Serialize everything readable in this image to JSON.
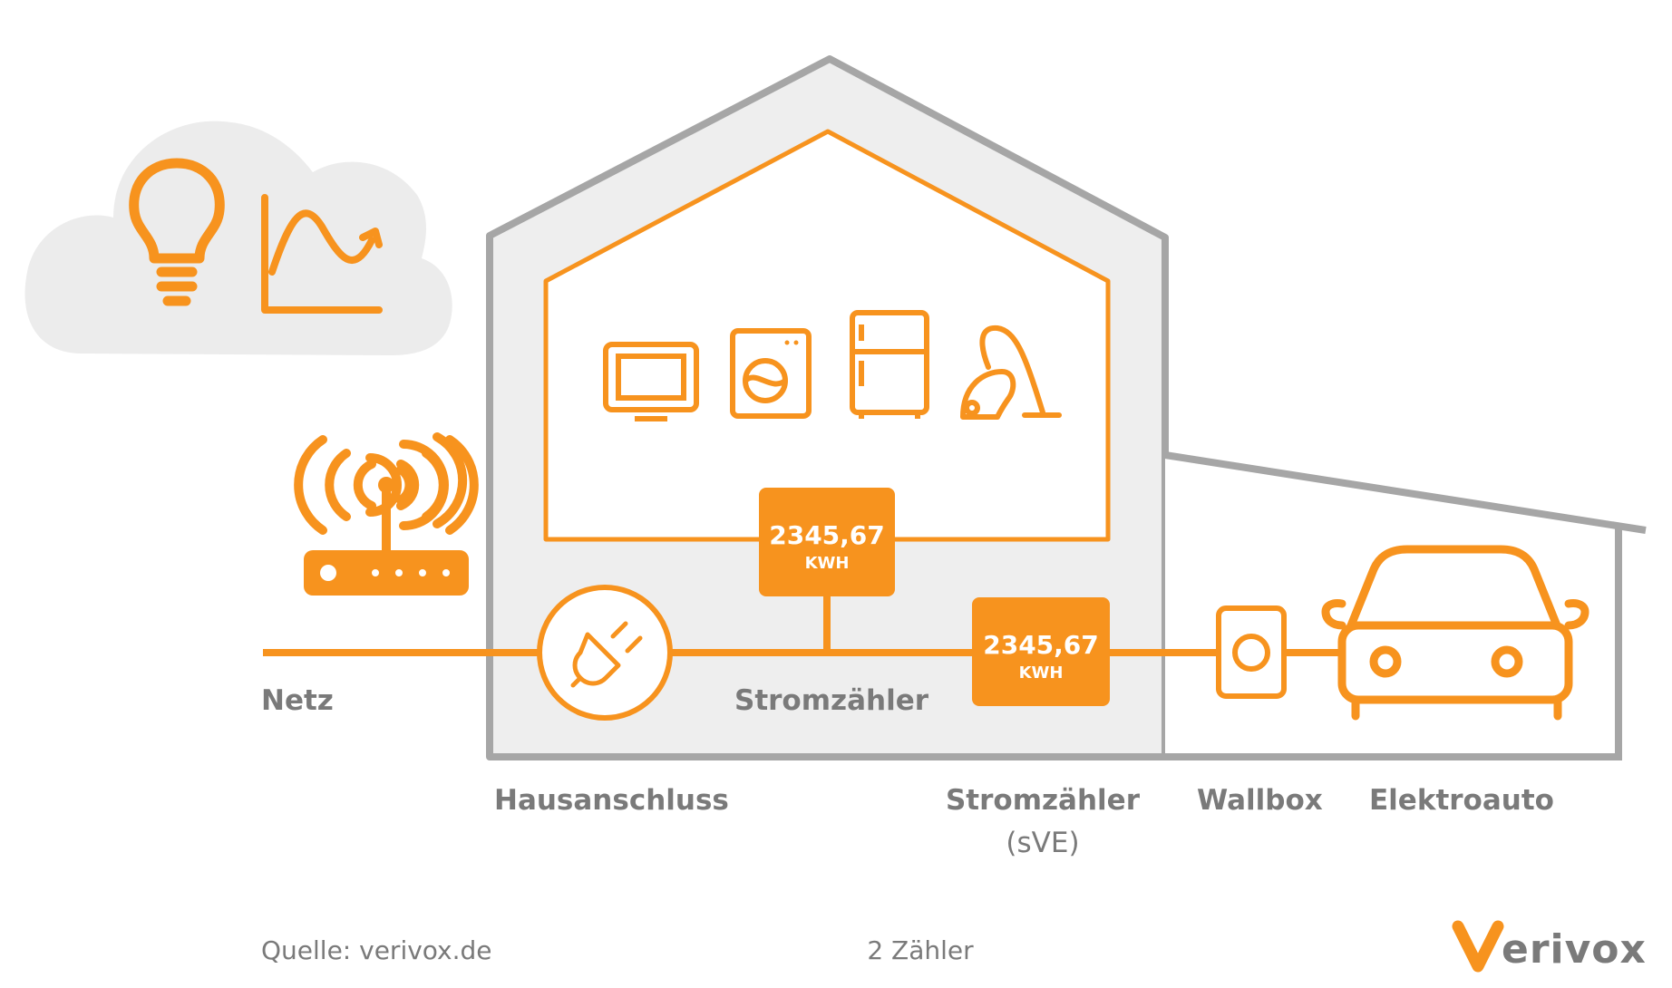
{
  "colors": {
    "accent": "#f7931e",
    "gray": "#a6a6a6",
    "label": "#7a7a7a",
    "house_fill": "#eeeeee",
    "cloud_fill": "#ececec"
  },
  "labels": {
    "netz": "Netz",
    "stromzaehler_main": "Stromzähler",
    "hausanschluss": "Hausanschluss",
    "stromzaehler_sve": "Stromzähler",
    "stromzaehler_sve_sub": "(sVE)",
    "wallbox": "Wallbox",
    "elektroauto": "Elektroauto"
  },
  "meters": [
    {
      "value": "2345,67",
      "unit": "KWH"
    },
    {
      "value": "2345,67",
      "unit": "KWH"
    }
  ],
  "footer": {
    "source": "Quelle: verivox.de",
    "caption": "2 Zähler"
  },
  "logo": {
    "text": "erivox"
  },
  "icons": [
    "cloud-icon",
    "lightbulb-icon",
    "chart-curve-icon",
    "router-icon",
    "tv-icon",
    "washing-machine-icon",
    "fridge-icon",
    "vacuum-cleaner-icon",
    "plug-icon",
    "wallbox-icon",
    "car-icon",
    "verivox-logo"
  ]
}
